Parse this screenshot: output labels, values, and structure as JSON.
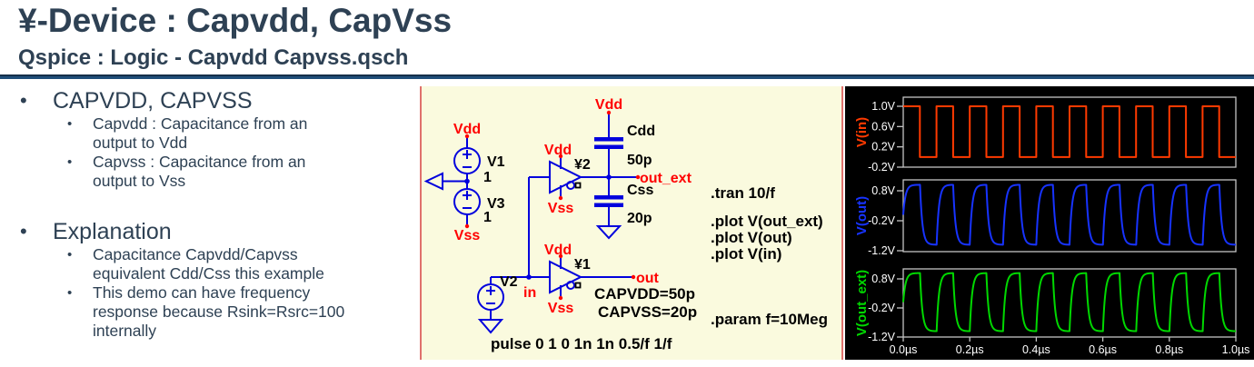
{
  "header": {
    "title": "¥-Device : Capvdd, CapVss",
    "subtitle": "Qspice : Logic - Capvdd Capvss.qsch",
    "rule_color": "#1f4e79"
  },
  "notes": {
    "bullet_glyph": "•",
    "section1": {
      "heading": "CAPVDD, CAPVSS",
      "items": [
        "Capvdd : Capacitance from an\noutput to Vdd",
        "Capvss : Capacitance from an\noutput to Vss"
      ]
    },
    "section2": {
      "heading": "Explanation",
      "items": [
        "Capacitance Capvdd/Capvss\nequivalent Cdd/Css this example",
        "This demo can have frequency\nresponse because Rsink=Rsrc=100\ninternally"
      ]
    }
  },
  "schematic": {
    "colors": {
      "background": "#fafade",
      "wire": "#0000dd",
      "net_label": "#ff0000",
      "component_text": "#000000",
      "edge_line": "#e0716d"
    },
    "labels": {
      "vdd": "Vdd",
      "vss": "Vss",
      "v1": "V1",
      "v2": "V2",
      "v3": "V3",
      "one": "1",
      "buf2": "¥2",
      "buf1": "¥1",
      "cdd": "Cdd",
      "cdd_val": "50p",
      "css": "Css",
      "css_val": "20p",
      "out_ext": "out_ext",
      "out": "out",
      "in": "in",
      "capvdd": "CAPVDD=50p",
      "capvss": "CAPVSS=20p",
      "pulse": "pulse 0 1 0 1n 1n 0.5/f 1/f"
    },
    "directives": [
      ".tran 10/f",
      ".plot V(out_ext)",
      ".plot V(out)",
      ".plot V(in)",
      ".param f=10Meg"
    ]
  },
  "chart_data": [
    {
      "type": "line",
      "name": "V(in)",
      "color": "#ff3a00",
      "x_range_us": [
        0,
        1
      ],
      "y_ticks": [
        {
          "label": "1.0V",
          "v": 1.0
        },
        {
          "label": "0.6V",
          "v": 0.6
        },
        {
          "label": "0.2V",
          "v": 0.2
        },
        {
          "label": "-0.2V",
          "v": -0.2
        }
      ],
      "waveform": {
        "kind": "square",
        "high": 1.0,
        "low": 0.0,
        "period_us": 0.1,
        "duty": 0.5,
        "start_level": "high"
      }
    },
    {
      "type": "line",
      "name": "V(out)",
      "color": "#1733ff",
      "x_range_us": [
        0,
        1
      ],
      "y_ticks": [
        {
          "label": "0.8V",
          "v": 0.8
        },
        {
          "label": "-0.2V",
          "v": -0.2
        },
        {
          "label": "-1.2V",
          "v": -1.2
        }
      ],
      "waveform": {
        "kind": "exp_square",
        "high": 1.0,
        "low": -1.0,
        "initial": 0.0,
        "tau_us": 0.007,
        "period_us": 0.1,
        "duty": 0.5
      }
    },
    {
      "type": "line",
      "name": "V(out_ext)",
      "color": "#00d800",
      "x_range_us": [
        0,
        1
      ],
      "y_ticks": [
        {
          "label": "0.8V",
          "v": 0.8
        },
        {
          "label": "-0.2V",
          "v": -0.2
        },
        {
          "label": "-1.2V",
          "v": -1.2
        }
      ],
      "waveform": {
        "kind": "exp_square",
        "high": 1.0,
        "low": -1.0,
        "initial": 0.0,
        "tau_us": 0.007,
        "period_us": 0.1,
        "duty": 0.5
      }
    }
  ],
  "wave_axis": {
    "x_ticks": [
      {
        "label": "0.0µs",
        "t": 0.0
      },
      {
        "label": "0.2µs",
        "t": 0.2
      },
      {
        "label": "0.4µs",
        "t": 0.4
      },
      {
        "label": "0.6µs",
        "t": 0.6
      },
      {
        "label": "0.8µs",
        "t": 0.8
      },
      {
        "label": "1.0µs",
        "t": 1.0
      }
    ],
    "frame_color": "#c4c4c4",
    "tick_text_color": "#ffffff",
    "background": "#000000"
  }
}
